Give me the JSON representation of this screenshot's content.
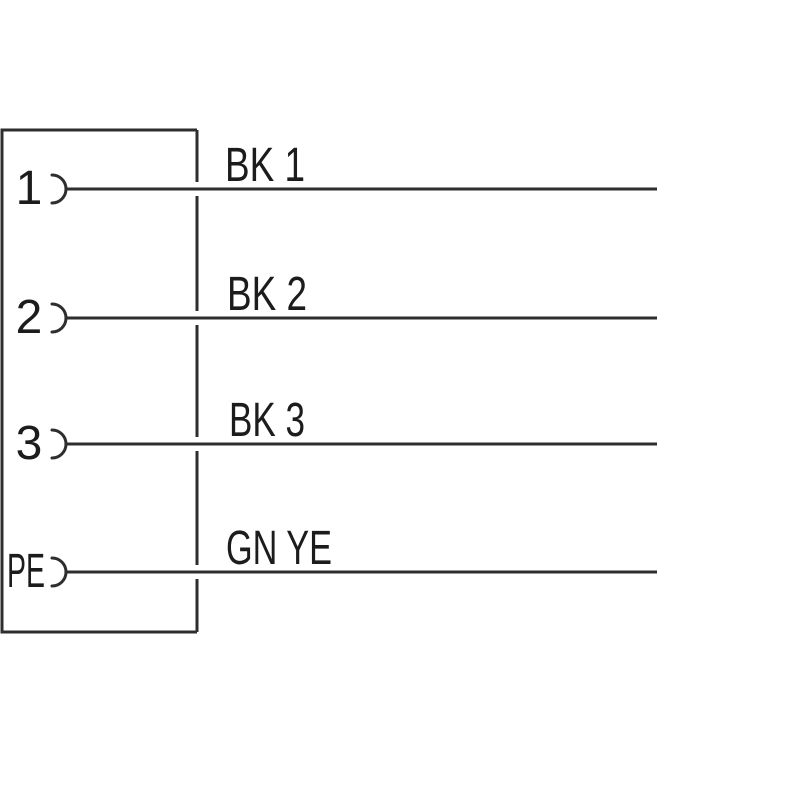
{
  "colors": {
    "background": "#ffffff",
    "line": "#2e2e2e",
    "text": "#1c1c1c"
  },
  "pins": [
    {
      "id": "1",
      "label": "BK 1"
    },
    {
      "id": "2",
      "label": "BK 2"
    },
    {
      "id": "3",
      "label": "BK 3"
    },
    {
      "id": "PE",
      "label": "GN YE"
    }
  ]
}
